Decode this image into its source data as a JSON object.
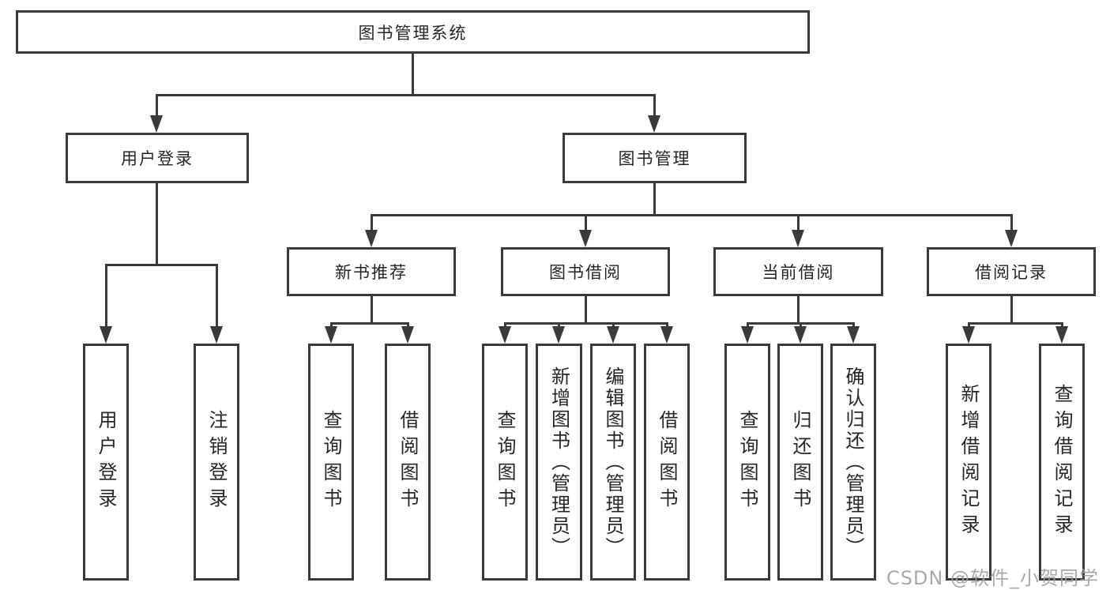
{
  "diagram": {
    "root": {
      "label": "图书管理系统"
    },
    "branches": [
      {
        "label": "用户登录",
        "leaves": [
          {
            "label": "用户登录"
          },
          {
            "label": "注销登录"
          }
        ]
      },
      {
        "label": "图书管理",
        "children": [
          {
            "label": "新书推荐",
            "leaves": [
              {
                "label": "查询图书"
              },
              {
                "label": "借阅图书"
              }
            ]
          },
          {
            "label": "图书借阅",
            "leaves": [
              {
                "label": "查询图书"
              },
              {
                "label": "新增图书（管理员）"
              },
              {
                "label": "编辑图书（管理员）"
              },
              {
                "label": "借阅图书"
              }
            ]
          },
          {
            "label": "当前借阅",
            "leaves": [
              {
                "label": "查询图书"
              },
              {
                "label": "归还图书"
              },
              {
                "label": "确认归还（管理员）"
              }
            ]
          },
          {
            "label": "借阅记录",
            "leaves": [
              {
                "label": "新增借阅记录"
              },
              {
                "label": "查询借阅记录"
              }
            ]
          }
        ]
      }
    ]
  },
  "watermark": {
    "text": "CSDN @软件_小贺同学"
  },
  "colors": {
    "line": "#3a3a3a",
    "text": "#262626",
    "background": "#ffffff",
    "watermark": "#9ea0a8"
  }
}
